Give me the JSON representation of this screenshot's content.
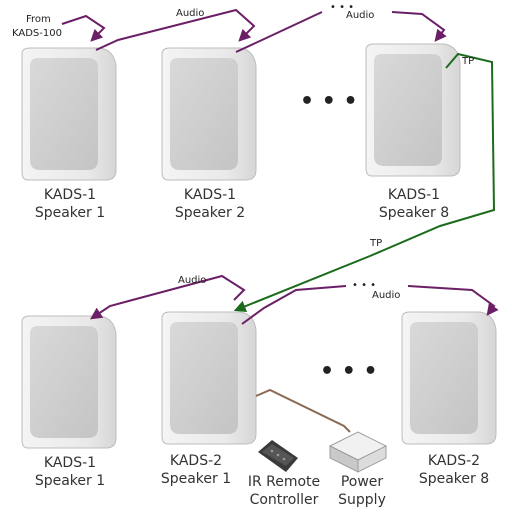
{
  "colors": {
    "audio_line": "#6b1f66",
    "tp_line": "#1c6b1c",
    "ir_line": "#8b6a55",
    "speaker_body": "#ededed",
    "speaker_grille": "#cfcfcf"
  },
  "top_row": {
    "source_label_line1": "From",
    "source_label_line2": "KADS-100",
    "audio_label_1": "Audio",
    "audio_label_2": "Audio",
    "ellipsis": "• • •",
    "wire_ellipsis": "• • •",
    "tp_label": "TP",
    "speakers": [
      {
        "model": "KADS-1",
        "name": "Speaker 1"
      },
      {
        "model": "KADS-1",
        "name": "Speaker 2"
      },
      {
        "model": "KADS-1",
        "name": "Speaker 8"
      }
    ]
  },
  "tp_link_label": "TP",
  "bottom_row": {
    "audio_label_1": "Audio",
    "audio_label_2": "Audio",
    "ellipsis": "• • •",
    "wire_ellipsis": "• • •",
    "speakers": [
      {
        "model": "KADS-1",
        "name": "Speaker 1"
      },
      {
        "model": "KADS-2",
        "name": "Speaker 1"
      },
      {
        "model": "KADS-2",
        "name": "Speaker 8"
      }
    ]
  },
  "accessories": {
    "ir_remote_line1": "IR Remote",
    "ir_remote_line2": "Controller",
    "power_line1": "Power",
    "power_line2": "Supply"
  },
  "icons": [
    "speaker-icon",
    "ir-remote-icon",
    "power-supply-icon",
    "arrow-icon"
  ]
}
